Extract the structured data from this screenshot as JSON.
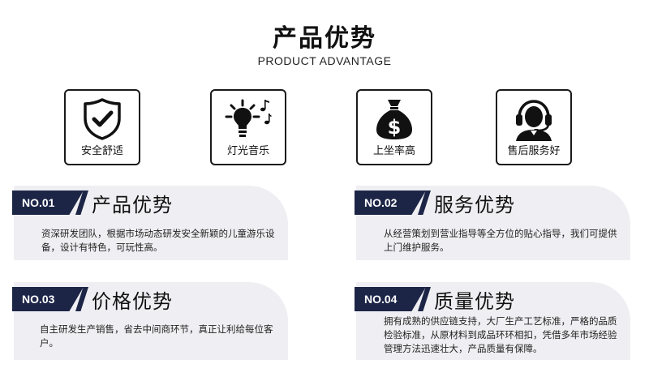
{
  "header": {
    "title": "产品优势",
    "subtitle": "PRODUCT ADVANTAGE"
  },
  "features": [
    {
      "icon": "shield-check-icon",
      "label": "安全舒适"
    },
    {
      "icon": "lightbulb-music-icon",
      "label": "灯光音乐"
    },
    {
      "icon": "money-bag-icon",
      "label": "上坐率高"
    },
    {
      "icon": "headset-support-icon",
      "label": "售后服务好"
    }
  ],
  "cards": [
    {
      "number": "NO.01",
      "title": "产品优势",
      "desc": "资深研发团队，根据市场动态研发安全新颖的儿童游乐设备，设计有特色，可玩性高。"
    },
    {
      "number": "NO.02",
      "title": "服务优势",
      "desc": "从经营策划到营业指导等全方位的贴心指导，我们可提供上门维护服务。"
    },
    {
      "number": "NO.03",
      "title": "价格优势",
      "desc": "自主研发生产销售，省去中间商环节，真正让利给每位客户。"
    },
    {
      "number": "NO.04",
      "title": "质量优势",
      "desc": "拥有成熟的供应链支持，大厂生产工艺标准，严格的品质检验标准，从原材料到成品环环相扣，凭借多年市场经验管理方法迅速壮大，产品质量有保障。"
    }
  ],
  "colors": {
    "badge": "#1d2547",
    "card_bg": "#efeff3"
  }
}
